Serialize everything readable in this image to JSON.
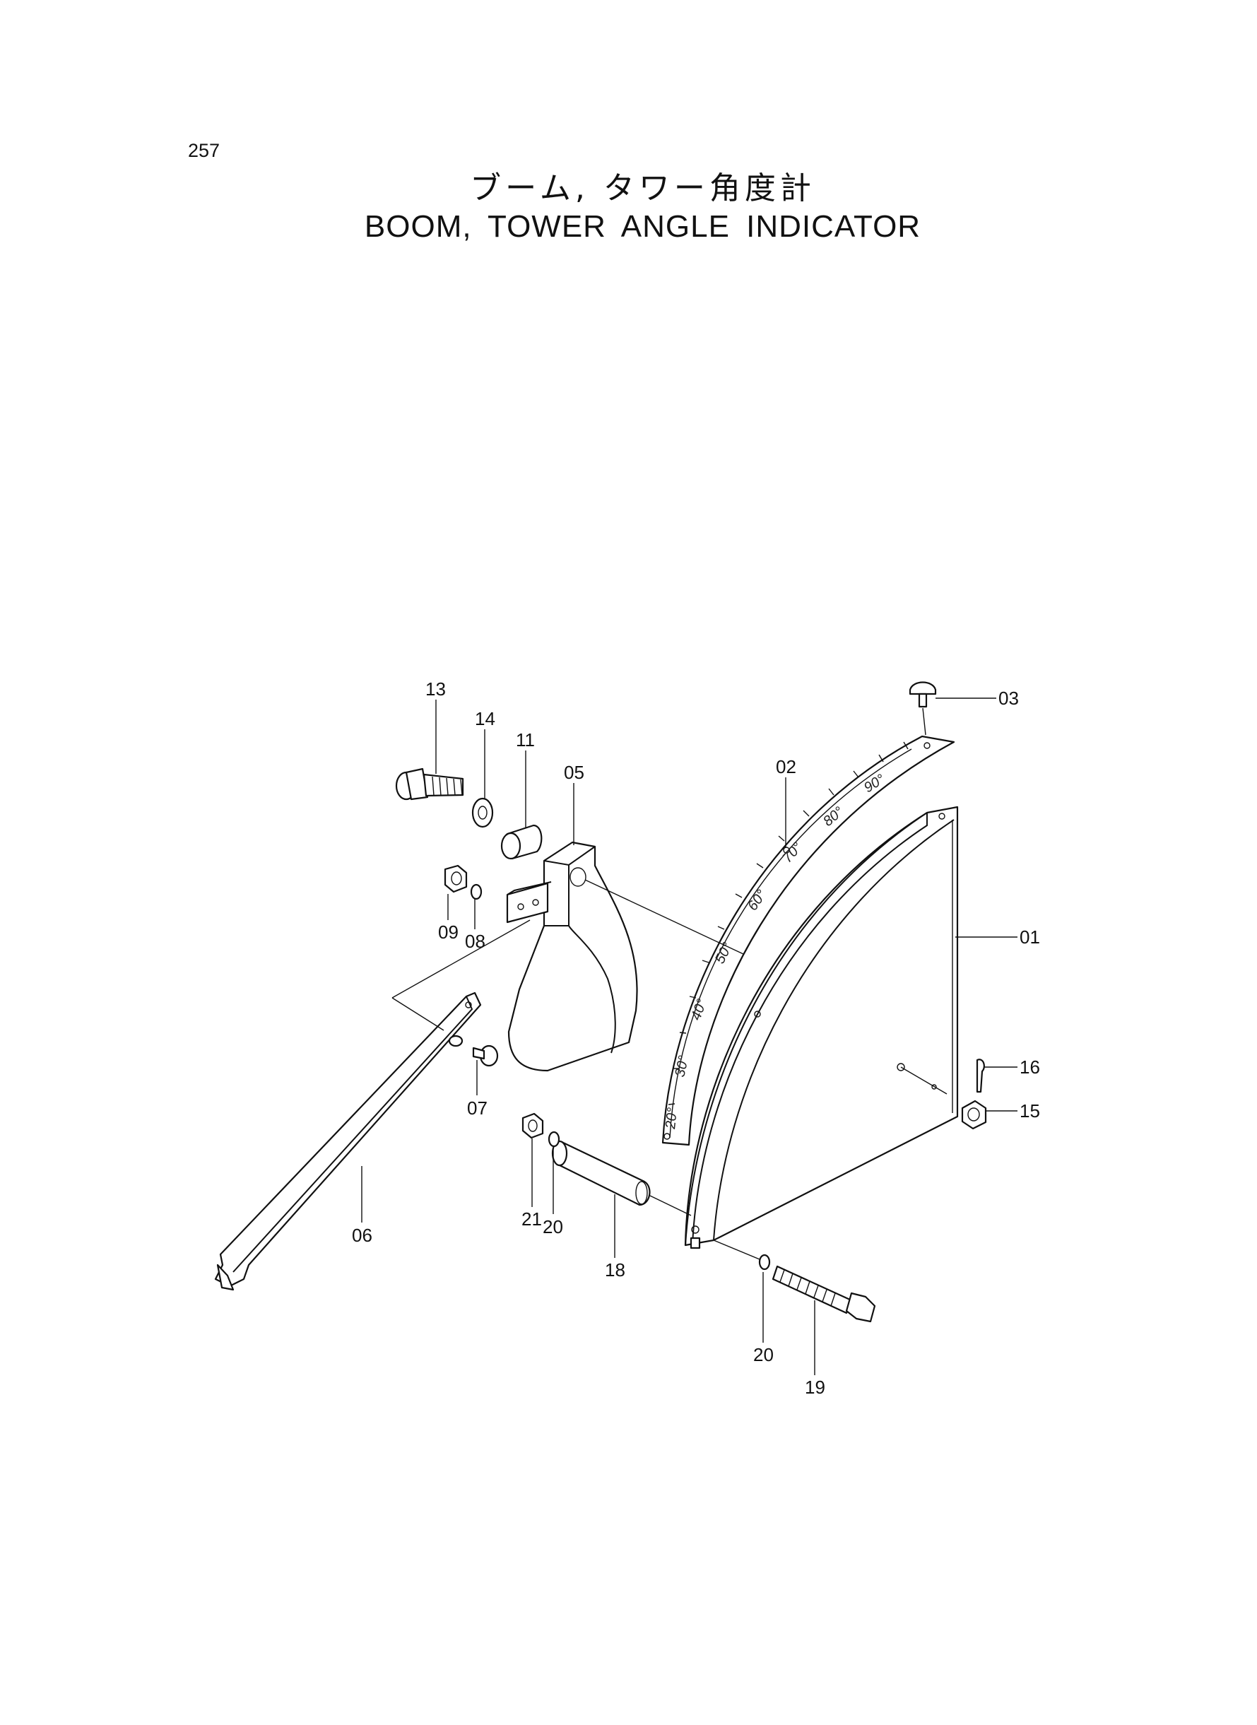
{
  "page": {
    "number": "257",
    "title_ja": "ブーム, タワー角度計",
    "title_en": "BOOM, TOWER ANGLE INDICATOR"
  },
  "callouts": [
    "13",
    "14",
    "11",
    "05",
    "02",
    "03",
    "09",
    "08",
    "01",
    "07",
    "16",
    "15",
    "06",
    "21",
    "20",
    "18",
    "20",
    "19"
  ],
  "scale_labels": [
    "90°",
    "80°",
    "70°",
    "60°",
    "50°",
    "40°",
    "30°",
    "20°"
  ]
}
